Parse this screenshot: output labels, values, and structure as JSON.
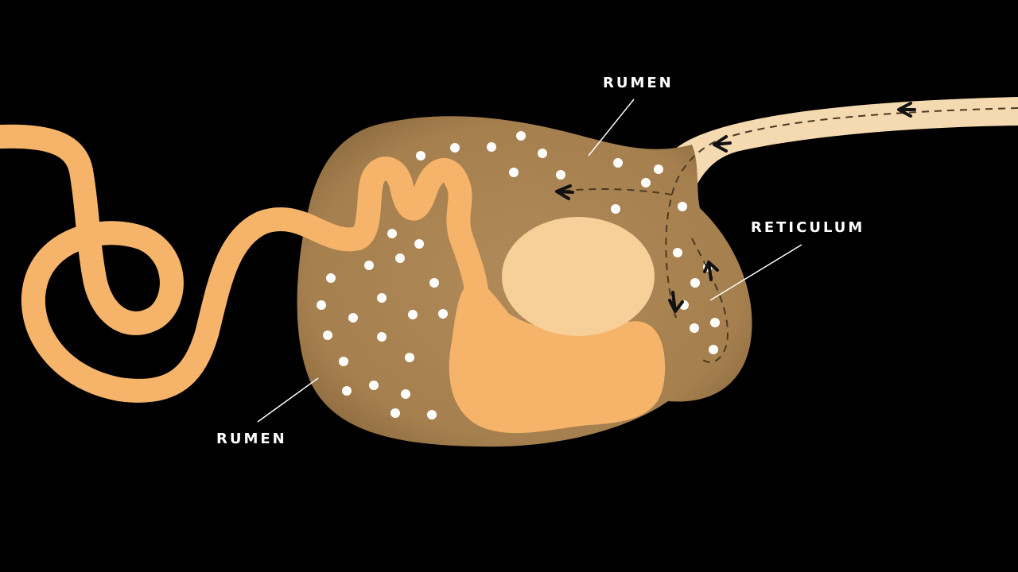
{
  "labels": {
    "rumen_top": "RUMEN",
    "reticulum": "RETICULUM",
    "rumen_bottom": "RUMEN"
  },
  "colors": {
    "background": "#000000",
    "stomach_body": "#a8814f",
    "intestine": "#f5b46a",
    "esophagus": "#f5d9b0",
    "omasum_core": "#f6cf99",
    "particle": "#ffffff",
    "flow_arrow": "#111111",
    "leader_line": "#ffffff"
  },
  "icons": {
    "flow_arrows": "arrow-left-icon"
  }
}
